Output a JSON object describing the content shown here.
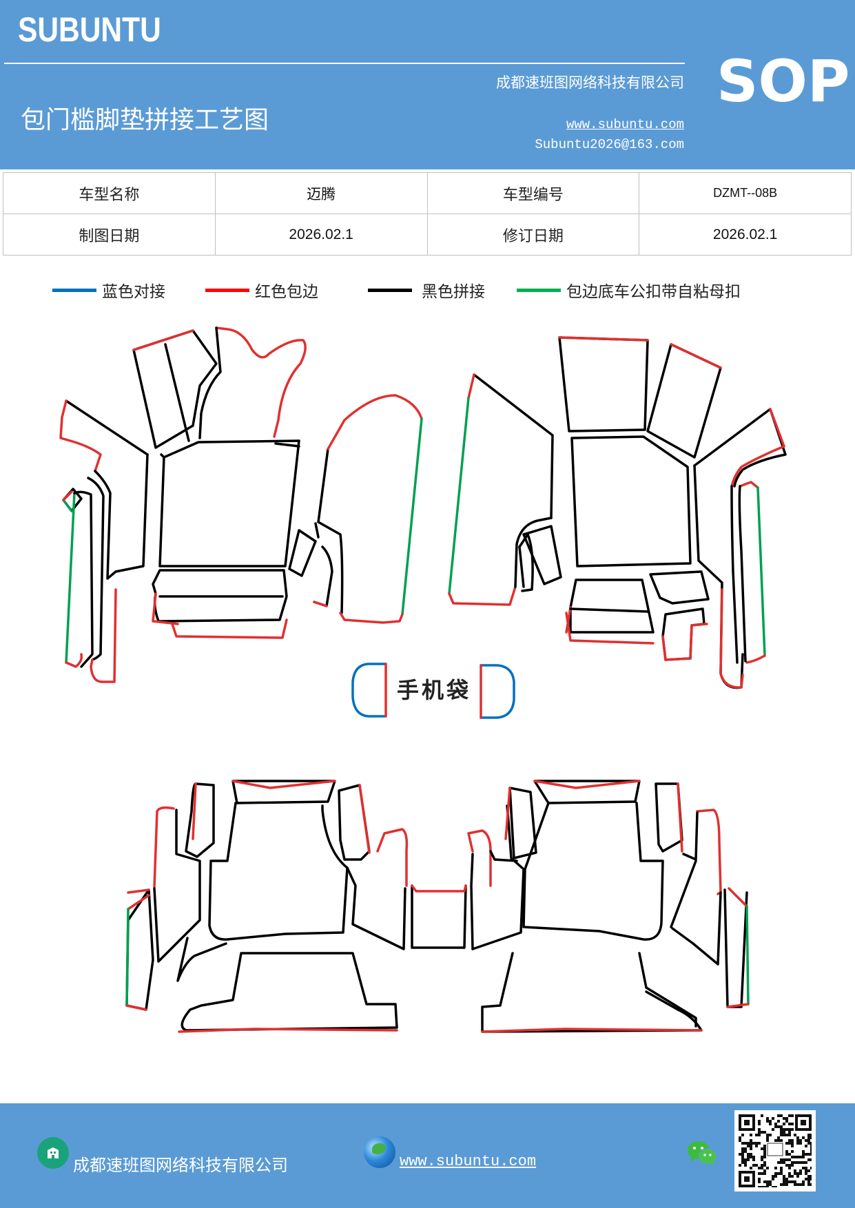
{
  "header": {
    "brand": "SUBUNTU",
    "sop": "SOP",
    "company": "成都速班图网络科技有限公司",
    "title": "包门槛脚垫拼接工艺图",
    "website": "www.subuntu.com",
    "email": "Subuntu2026@163.com",
    "background_color": "#5b9bd5"
  },
  "info_table": {
    "rows": [
      [
        "车型名称",
        "迈腾",
        "车型编号",
        "DZMT--08B"
      ],
      [
        "制图日期",
        "2026.02.1",
        "修订日期",
        "2026.02.1"
      ]
    ]
  },
  "legend": [
    {
      "label": "蓝色对接",
      "color": "#0070c0"
    },
    {
      "label": "红色包边",
      "color": "#ff0000"
    },
    {
      "label": "黑色拼接",
      "color": "#000000"
    },
    {
      "label": "包边底车公扣带自粘母扣",
      "color": "#00b050"
    }
  ],
  "diagram": {
    "phone_bag_label": "手机袋"
  },
  "footer": {
    "company": "成都速班图网络科技有限公司",
    "website": "www.subuntu.com ",
    "icons": [
      "building-icon",
      "globe-icon",
      "wechat-icon",
      "qr-code"
    ]
  }
}
